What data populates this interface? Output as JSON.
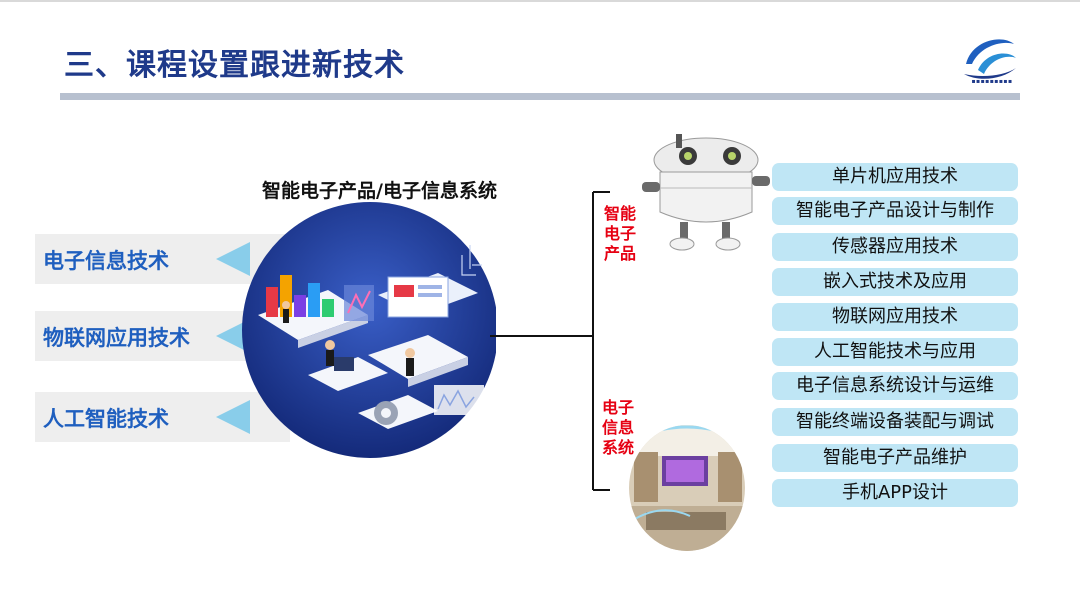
{
  "header": {
    "title": "三、课程设置跟进新技术"
  },
  "center": {
    "title": "智能电子产品/电子信息系统"
  },
  "left_items": [
    {
      "label": "电子信息技术"
    },
    {
      "label": "物联网应用技术"
    },
    {
      "label": "人工智能技术"
    }
  ],
  "branches": [
    {
      "label_lines": [
        "智能",
        "电子",
        "产品"
      ]
    },
    {
      "label_lines": [
        "电子",
        "信息",
        "系统"
      ]
    }
  ],
  "skills": [
    "单片机应用技术",
    "智能电子产品设计与制作",
    "传感器应用技术",
    "嵌入式技术及应用",
    "物联网应用技术",
    "人工智能技术与应用",
    "电子信息系统设计与运维",
    "智能终端设备装配与调试",
    "智能电子产品维护",
    "手机APP设计"
  ],
  "colors": {
    "title": "#1f3a8a",
    "left_label": "#1f5fbf",
    "arrow": "#89cdea",
    "branch_label": "#e60012",
    "skill_bg": "#bfe6f5"
  }
}
